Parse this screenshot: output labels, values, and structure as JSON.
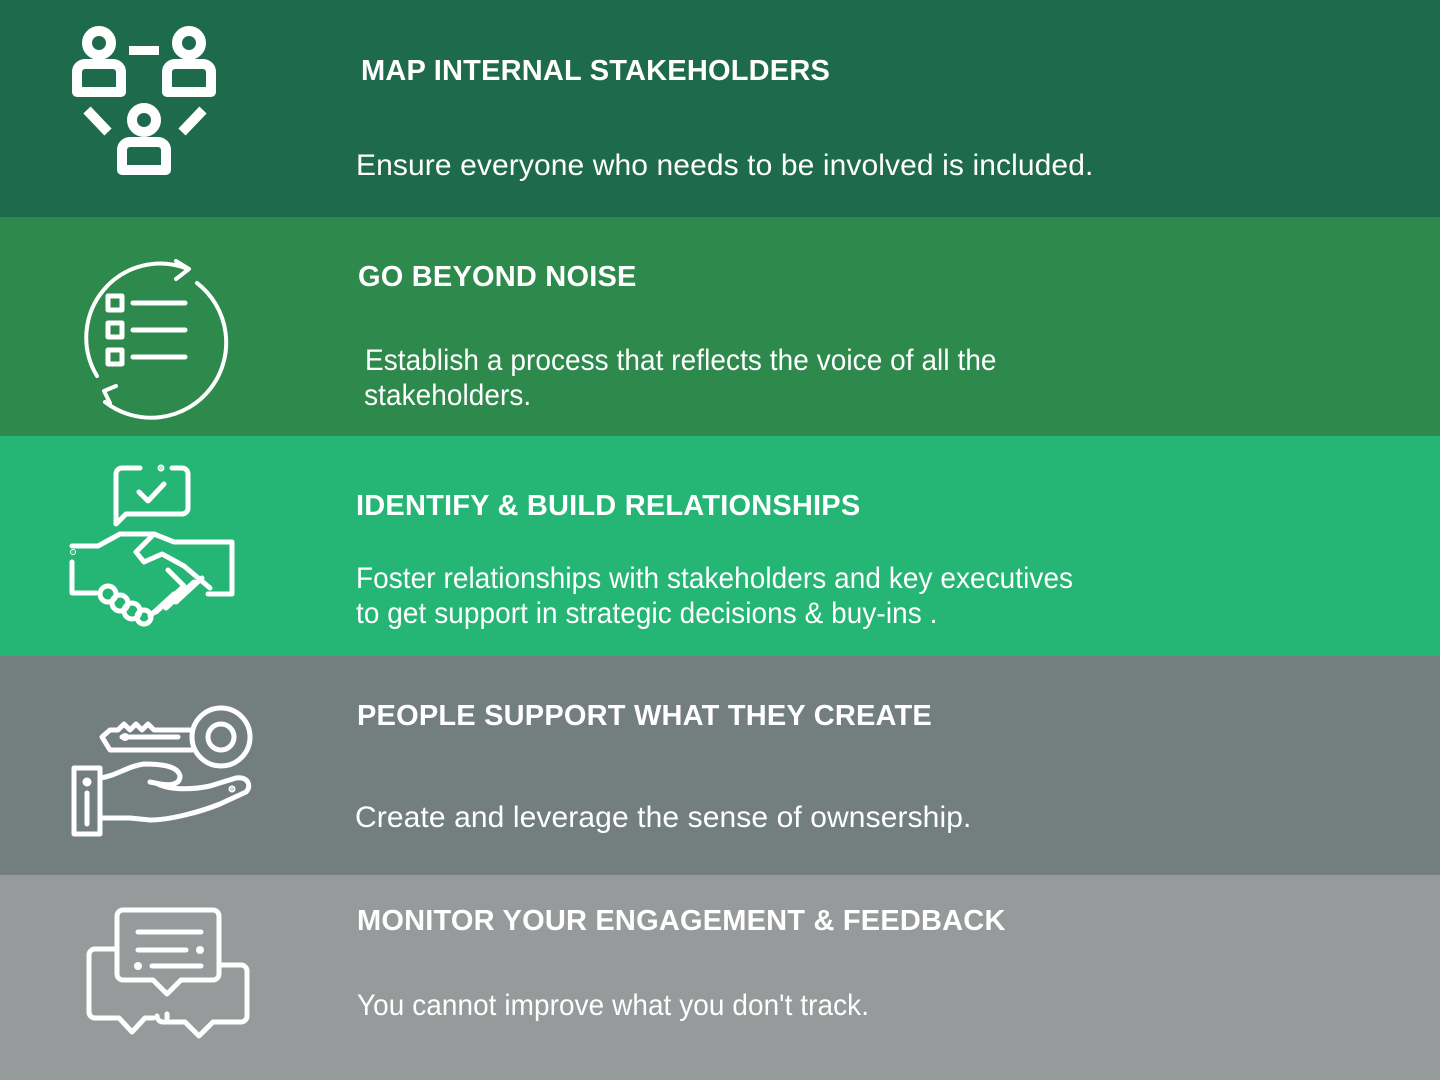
{
  "colors": {
    "band1": "#1e6a4c",
    "band2": "#2e8a4c",
    "band3": "#25b574",
    "band4": "#727f7e",
    "band5": "#979a9b",
    "text": "#ffffff"
  },
  "items": [
    {
      "icon": "stakeholder-network-icon",
      "title": "MAP INTERNAL STAKEHOLDERS",
      "description_lines": [
        "Ensure everyone who needs to be involved is included."
      ]
    },
    {
      "icon": "checklist-cycle-icon",
      "title": "GO BEYOND NOISE",
      "description_lines": [
        "Establish a process that reflects the voice of all the",
        "stakeholders."
      ]
    },
    {
      "icon": "handshake-approval-icon",
      "title": "IDENTIFY & BUILD RELATIONSHIPS",
      "description_lines": [
        "Foster relationships with stakeholders and key executives",
        "to get support in strategic decisions & buy-ins ."
      ]
    },
    {
      "icon": "hand-key-icon",
      "title": "PEOPLE SUPPORT WHAT THEY CREATE",
      "description_lines": [
        "Create and leverage the sense of ownsership."
      ]
    },
    {
      "icon": "chat-bubbles-icon",
      "title": "MONITOR YOUR ENGAGEMENT & FEEDBACK",
      "description_lines": [
        "You cannot improve what you don't track."
      ]
    }
  ]
}
